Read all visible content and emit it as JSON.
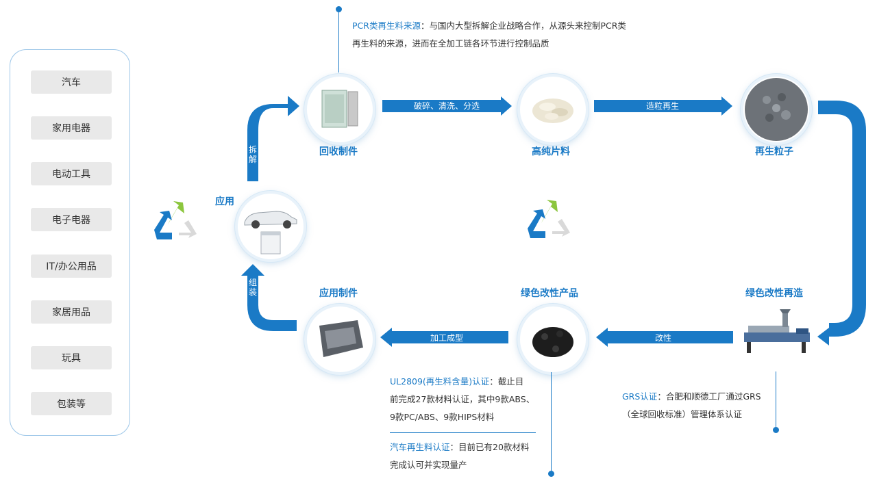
{
  "apps": [
    "汽车",
    "家用电器",
    "电动工具",
    "电子电器",
    "IT/办公用品",
    "家居用品",
    "玩具",
    "包装等"
  ],
  "nodes": {
    "application": "应用",
    "recycle_parts": "回收制件",
    "flakes": "高纯片料",
    "pellets": "再生粒子",
    "green_remake": "绿色改性再造",
    "green_products": "绿色改性产品",
    "app_parts": "应用制件"
  },
  "arrows": {
    "crush": "破碎、清洗、分选",
    "pelletize": "造粒再生",
    "modify": "改性",
    "process": "加工成型",
    "disassemble": "拆解",
    "assemble": "组装"
  },
  "notes": {
    "pcr_title": "PCR类再生料来源",
    "pcr_line1": "：与国内大型拆解企业战略合作，从源头来控制PCR类",
    "pcr_line2": "再生料的来源，进而在全加工链各环节进行控制品质",
    "ul_title": "UL2809(再生料含量)认证",
    "ul_line1": "：截止目",
    "ul_line2": "前完成27款材料认证，其中9款ABS、",
    "ul_line3": "9款PC/ABS、9款HIPS材料",
    "auto_title": "汽车再生料认证",
    "auto_line1": "：目前已有20款材料",
    "auto_line2": "完成认可并实现量产",
    "grs_title": "GRS认证",
    "grs_line1": "：合肥和顺德工厂通过GRS",
    "grs_line2": "（全球回收标准）管理体系认证"
  },
  "colors": {
    "accent": "#1a7ac6",
    "recycle_green": "#8cc63e",
    "recycle_grey": "#d9d9d9"
  }
}
